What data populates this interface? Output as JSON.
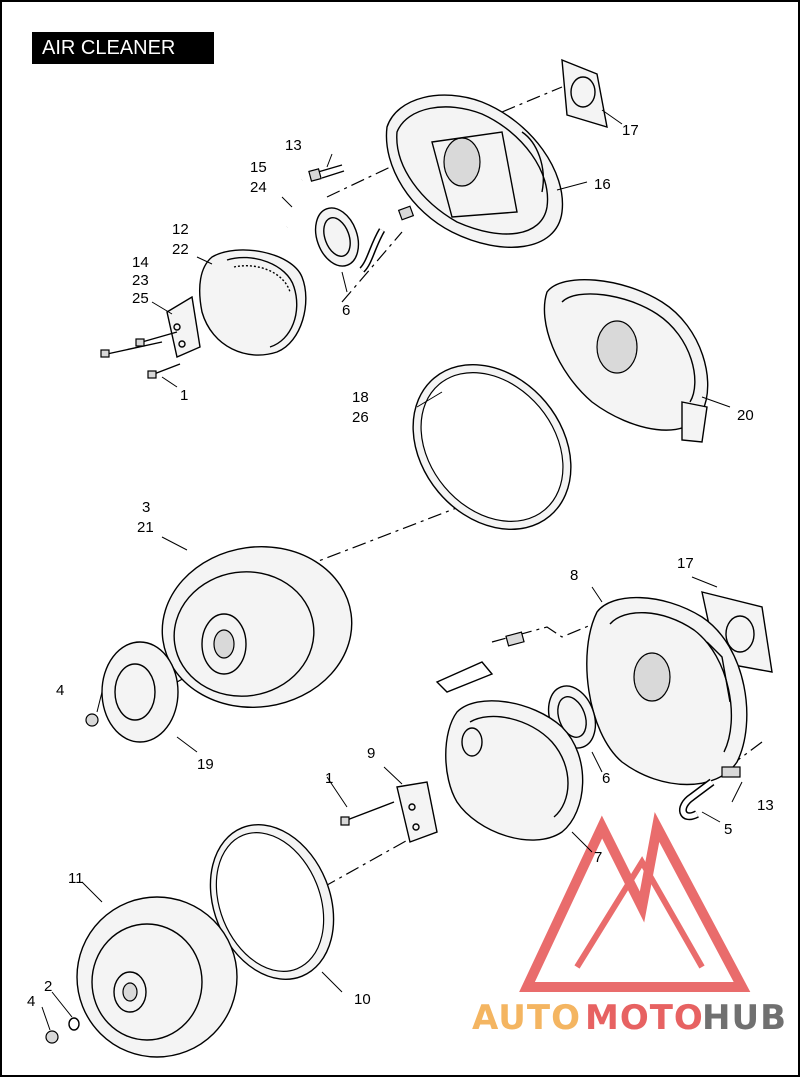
{
  "title": "AIR CLEANER",
  "callouts": {
    "c1_top": "1",
    "c1_bot": "1",
    "c2": "2",
    "c3": "3",
    "c21": "21",
    "c4_mid": "4",
    "c4_bot": "4",
    "c5": "5",
    "c6_top": "6",
    "c6_bot": "6",
    "c7": "7",
    "c8": "8",
    "c9": "9",
    "c10": "10",
    "c11": "11",
    "c12": "12",
    "c22": "22",
    "c13_top": "13",
    "c13_bot": "13",
    "c14": "14",
    "c23": "23",
    "c25": "25",
    "c15": "15",
    "c24": "24",
    "c16": "16",
    "c17_top": "17",
    "c17_bot": "17",
    "c18": "18",
    "c26": "26",
    "c19": "19",
    "c20": "20"
  },
  "watermark": {
    "part1": "AUTO",
    "part2": "MOTO",
    "part3": "HUB"
  },
  "colors": {
    "watermark_red": "#e23b3b",
    "watermark_orange": "#f2a33a",
    "watermark_gray": "#4d4d4d"
  }
}
